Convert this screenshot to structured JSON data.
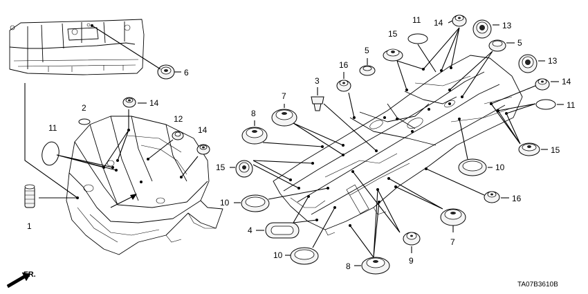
{
  "diagram": {
    "reference_code": "TA07B3610B",
    "direction_label": "FR.",
    "callouts": [
      {
        "id": "c6",
        "text": "6"
      },
      {
        "id": "c14a",
        "text": "14"
      },
      {
        "id": "c2",
        "text": "2"
      },
      {
        "id": "c12",
        "text": "12"
      },
      {
        "id": "c14b",
        "text": "14"
      },
      {
        "id": "c11a",
        "text": "11"
      },
      {
        "id": "c1",
        "text": "1"
      },
      {
        "id": "c11b",
        "text": "11"
      },
      {
        "id": "c14c",
        "text": "14"
      },
      {
        "id": "c13a",
        "text": "13"
      },
      {
        "id": "c15a",
        "text": "15"
      },
      {
        "id": "c5a",
        "text": "5"
      },
      {
        "id": "c5b",
        "text": "5"
      },
      {
        "id": "c16a",
        "text": "16"
      },
      {
        "id": "c3",
        "text": "3"
      },
      {
        "id": "c13b",
        "text": "13"
      },
      {
        "id": "c7a",
        "text": "7"
      },
      {
        "id": "c14d",
        "text": "14"
      },
      {
        "id": "c8a",
        "text": "8"
      },
      {
        "id": "c11c",
        "text": "11"
      },
      {
        "id": "c15b",
        "text": "15"
      },
      {
        "id": "c15c",
        "text": "15"
      },
      {
        "id": "c10a",
        "text": "10"
      },
      {
        "id": "c10b",
        "text": "10"
      },
      {
        "id": "c16b",
        "text": "16"
      },
      {
        "id": "c4",
        "text": "4"
      },
      {
        "id": "c7b",
        "text": "7"
      },
      {
        "id": "c9",
        "text": "9"
      },
      {
        "id": "c10c",
        "text": "10"
      },
      {
        "id": "c8b",
        "text": "8"
      }
    ]
  }
}
